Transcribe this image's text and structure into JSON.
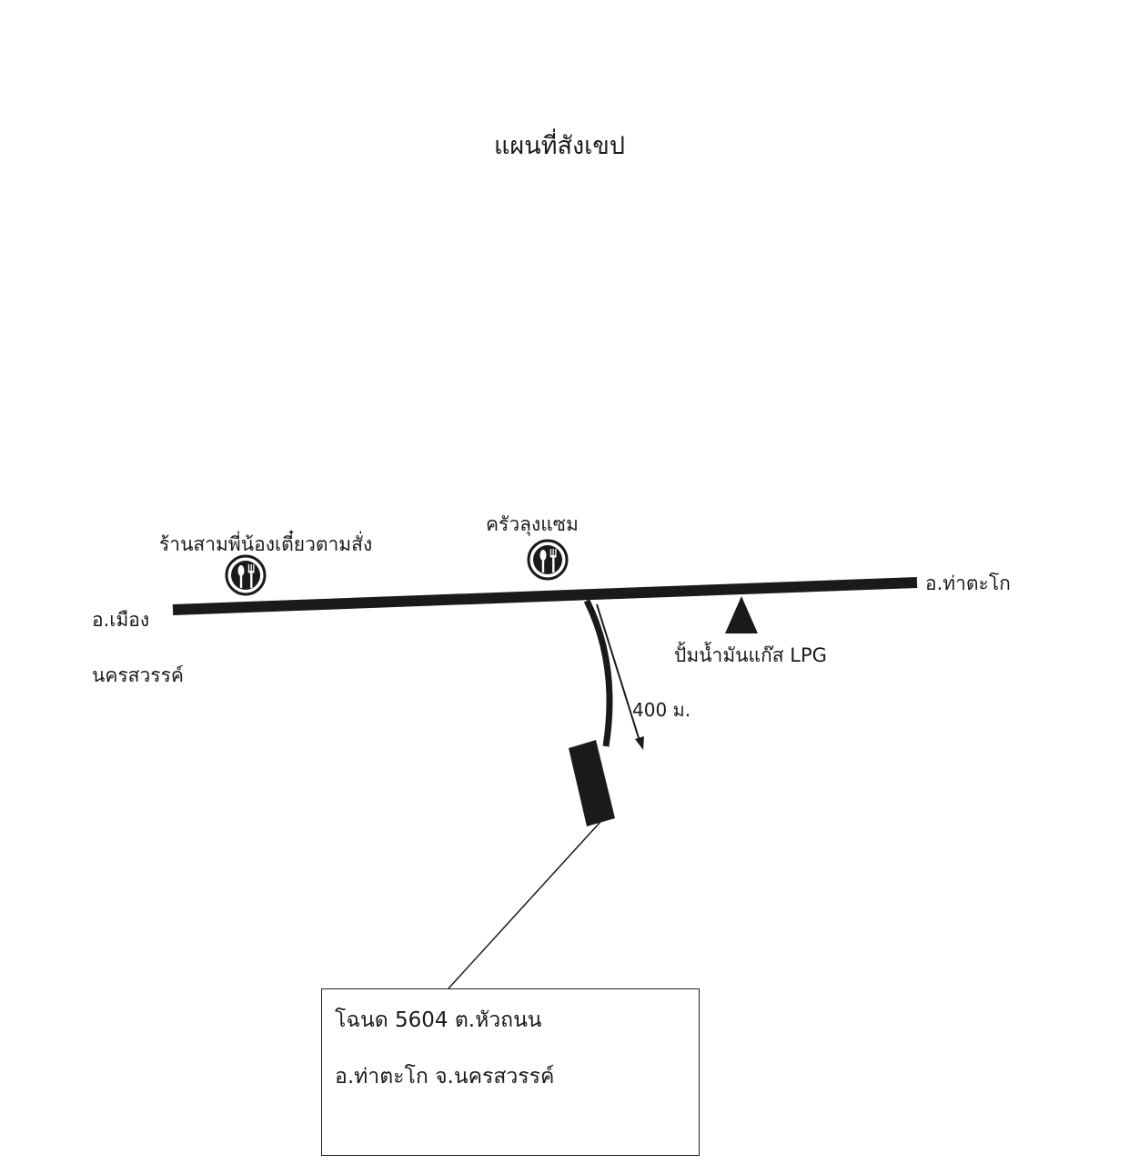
{
  "title": "แผนที่สังเขป",
  "labels": {
    "west_district_line1": "อ.เมือง",
    "west_district_line2": "นครสวรรค์",
    "east_district": "อ.ท่าตะโก",
    "restaurant_1": "ร้านสามพี่น้องเตี๋ยวตามสั่ง",
    "restaurant_2": "ครัวลุงแซม",
    "gas_station": "ปั้มน้ำมันแก๊ส LPG",
    "distance": "400 ม."
  },
  "deed": {
    "line1": "โฉนด  5604 ต.หัวถนน",
    "line2": "อ.ท่าตะโก  จ.นครสวรรค์"
  },
  "icons": {
    "restaurant": "fork-spoon-icon",
    "gas_station": "triangle-icon"
  },
  "colors": {
    "ink": "#1a1a1a",
    "background": "#ffffff"
  }
}
